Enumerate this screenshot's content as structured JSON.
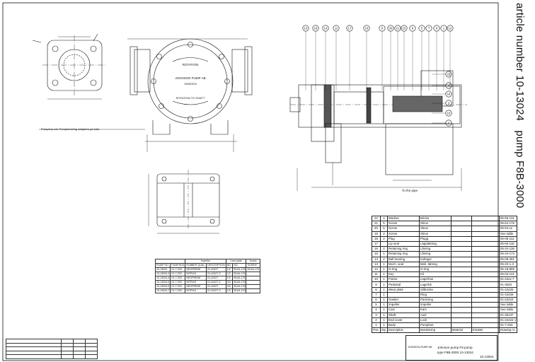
{
  "title": {
    "article": "article number 10-13024",
    "model": "pump F8B-3000"
  },
  "annotation": "Pumphus och Pumpeindning adapters pa tutor.",
  "parts_table": {
    "header": [
      "Pos.",
      "Sty.",
      "Description",
      "Benämning",
      "Material",
      "Ersatter",
      "Drawing nr."
    ],
    "rows": [
      [
        "22",
        "4",
        "Washer",
        "Bricka",
        "",
        "",
        "06-65-131"
      ],
      [
        "21",
        "5",
        "Screw",
        "Skruv",
        "",
        "",
        "06-64-176"
      ],
      [
        "20",
        "5",
        "Screw",
        "Skruv",
        "",
        "",
        "06-64-xx"
      ],
      [
        "19",
        "2",
        "Screw",
        "Skruv",
        "",
        "",
        "See table"
      ],
      [
        "18",
        "2",
        "Plug",
        "Plugg",
        "",
        "",
        "05-05-112"
      ],
      [
        "17",
        "",
        "Lip seal",
        "Läpptätning",
        "",
        "",
        "05-60-118"
      ],
      [
        "16",
        "2",
        "Retaining ring",
        "Låsring",
        "",
        "",
        "05-34-136"
      ],
      [
        "15",
        "1",
        "Retaining ring",
        "Låsring",
        "",
        "",
        "05-34-173"
      ],
      [
        "14",
        "2",
        "Ball bearing",
        "Kullager",
        "",
        "",
        "05-08-301"
      ],
      [
        "13",
        "1",
        "Mech. seal",
        "Mek. tätning",
        "",
        "",
        "05-20-1-3"
      ],
      [
        "12",
        "1",
        "O-ring",
        "O-ring",
        "",
        "",
        "05-19-805"
      ],
      [
        "11",
        "1",
        "Key",
        "Kil",
        "",
        "",
        "05-03-121"
      ],
      [
        "10",
        "1",
        "Frame",
        "Lagerhus",
        "",
        "",
        "01-42xx-7"
      ],
      [
        "9",
        "1",
        "Pedestal",
        "Lagerbit",
        "",
        "",
        "01-3020"
      ],
      [
        "8",
        "1",
        "Wear plate",
        "Slitbricka",
        "",
        "",
        "01-42425"
      ],
      [
        "7",
        "1",
        "",
        "Ring",
        "",
        "",
        "01-42426"
      ],
      [
        "6",
        "1",
        "Gasket",
        "Packning",
        "",
        "",
        "01-42424"
      ],
      [
        "5",
        "1",
        "Impeller",
        "Impeller",
        "",
        "",
        "See table"
      ],
      [
        "4",
        "1",
        "Cam",
        "Kam",
        "",
        "",
        "See table"
      ],
      [
        "3",
        "1",
        "Shaft",
        "Axel",
        "",
        "",
        "01-35137"
      ],
      [
        "2",
        "1",
        "End cover",
        "Lock",
        "",
        "",
        "01-42422-1"
      ],
      [
        "1",
        "1",
        "Body",
        "Pumphus",
        "",
        "",
        "01-7-203"
      ]
    ]
  },
  "variant_table": {
    "groups": [
      "Impeller",
      "Cam plate",
      "Screw"
    ],
    "header": [
      "PUMP NO.",
      "PUMPHUS",
      "RUBBER QUAL.",
      "DESCRIPTION",
      "NO.",
      "NO.",
      "SCREW"
    ],
    "rows": [
      [
        "10-13024",
        "01-7-203",
        "NEOPRENE",
        "01-42427",
        "1/2",
        "05-64-176",
        "05-64-176"
      ],
      [
        "10-13024-3",
        "01-7-203",
        "NITRILE",
        "01-42427-3",
        "1/2",
        "05-64-176",
        ""
      ],
      [
        "10-13024-4",
        "01-7-203",
        "NEOPRENE",
        "01-42427",
        "1/2",
        "05-64-176",
        ""
      ],
      [
        "10-13024-5",
        "01-7-203",
        "NITRILE",
        "01-42427-3",
        "3/4",
        "05-64-176",
        ""
      ],
      [
        "10-13024-6",
        "01-7-203",
        "NEOPRENE",
        "01-42427",
        "3/4",
        "05-64-176",
        ""
      ],
      [
        "10-13024-7",
        "01-7-203",
        "NITRILE",
        "01-42427-3",
        "1/2",
        "05-64-176",
        ""
      ]
    ]
  },
  "title_block": {
    "company": "JOHNSON PUMP AB",
    "name": "Johnson pump F8 pump",
    "type": "type F8B-3000 10-13024",
    "number": "10-13024"
  },
  "pump_label": {
    "rotation": "ROTATION",
    "maker": "JOHNSON PUMP AB",
    "origin": "SWEDEN",
    "note": "ROTATION TO SHAFT"
  },
  "dim_note": "To the pipe",
  "balloons": [
    "13",
    "16",
    "14",
    "11",
    "17",
    "19",
    "9",
    "20",
    "21",
    "15",
    "8",
    "5",
    "7",
    "6",
    "1",
    "12",
    "22",
    "4",
    "18",
    "3",
    "10",
    "2"
  ]
}
